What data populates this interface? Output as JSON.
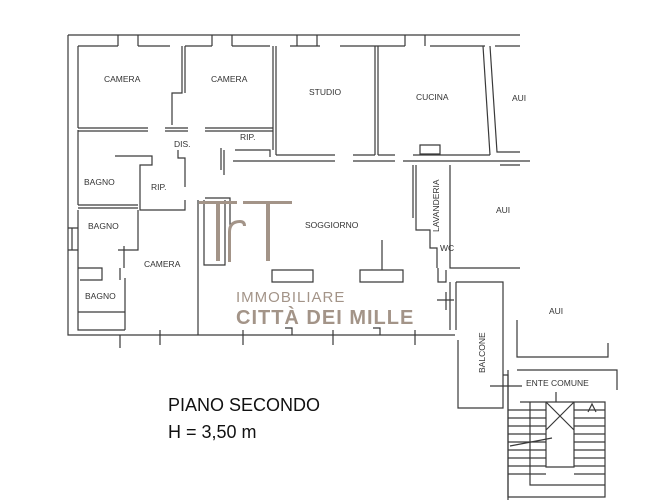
{
  "plan": {
    "rooms": {
      "camera_1": "CAMERA",
      "camera_2": "CAMERA",
      "studio": "STUDIO",
      "cucina": "CUCINA",
      "aui_1": "AUI",
      "dis": "DIS.",
      "rip_1": "RIP.",
      "bagno_1": "BAGNO",
      "rip_2": "RIP.",
      "bagno_2": "BAGNO",
      "camera_3": "CAMERA",
      "bagno_3": "BAGNO",
      "soggiorno": "SOGGIORNO",
      "lavanderia": "LAVANDERIA",
      "wc": "WC",
      "aui_2": "AUI",
      "aui_3": "AUI",
      "balcone": "BALCONE",
      "ente_comune": "ENTE COMUNE"
    },
    "floor_title": "PIANO SECONDO",
    "height_note": "H = 3,50 m"
  },
  "watermark": {
    "logo": "TrT",
    "line1": "IMMOBILIARE",
    "line2": "CITTÀ DEI MILLE",
    "color": "#a39488"
  }
}
